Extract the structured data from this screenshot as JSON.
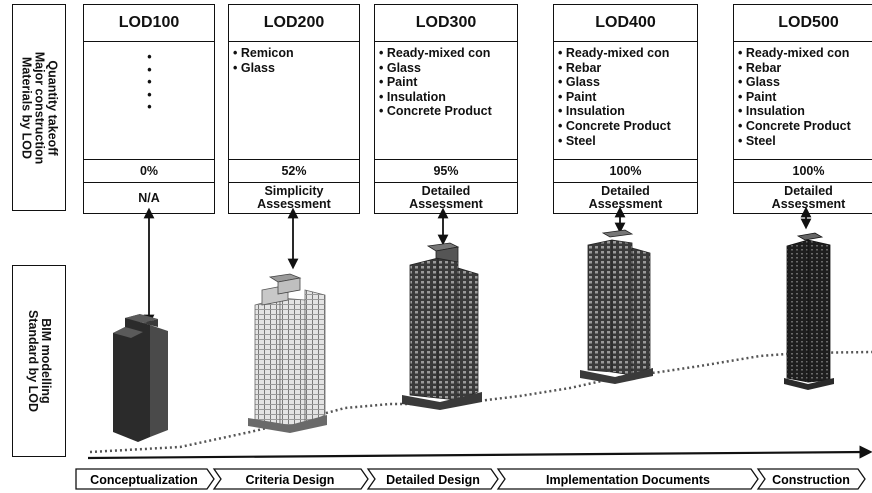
{
  "side_labels": {
    "top": "Quantity takeoff Major construction Materials by LOD",
    "top_lines": [
      "Quantity takeoff",
      "Major construction",
      "Materials by LOD"
    ],
    "bottom_lines": [
      "BIM modelling",
      "Standard by LOD"
    ]
  },
  "lods": [
    {
      "title": "LOD100",
      "items": [
        "•",
        "•",
        "•",
        "•",
        "•"
      ],
      "percent": "0%",
      "assessment": [
        "N/A"
      ]
    },
    {
      "title": "LOD200",
      "items": [
        "•  Remicon",
        "• Glass"
      ],
      "percent": "52%",
      "assessment": [
        "Simplicity",
        "Assessment"
      ]
    },
    {
      "title": "LOD300",
      "items": [
        "• Ready-mixed con",
        "• Glass",
        "• Paint",
        "• Insulation",
        "• Concrete Product"
      ],
      "percent": "95%",
      "assessment": [
        "Detailed",
        "Assessment"
      ]
    },
    {
      "title": "LOD400",
      "items": [
        "• Ready-mixed con",
        "• Rebar",
        "• Glass",
        "• Paint",
        "• Insulation",
        "• Concrete Product",
        "• Steel"
      ],
      "percent": "100%",
      "assessment": [
        "Detailed",
        "Assessment"
      ]
    },
    {
      "title": "LOD500",
      "items": [
        "• Ready-mixed con",
        "• Rebar",
        "• Glass",
        "• Paint",
        "• Insulation",
        "• Concrete Product",
        "• Steel"
      ],
      "percent": "100%",
      "assessment": [
        "Detailed",
        "Assessment"
      ]
    }
  ],
  "phases": [
    "Conceptualization",
    "Criteria Design",
    "Detailed Design",
    "Implementation Documents",
    "Construction"
  ],
  "colors": {
    "line": "#111111",
    "building_dark": "#2a2a2a",
    "building_light": "#d8d8d8",
    "grid": "#8a8a8a"
  }
}
